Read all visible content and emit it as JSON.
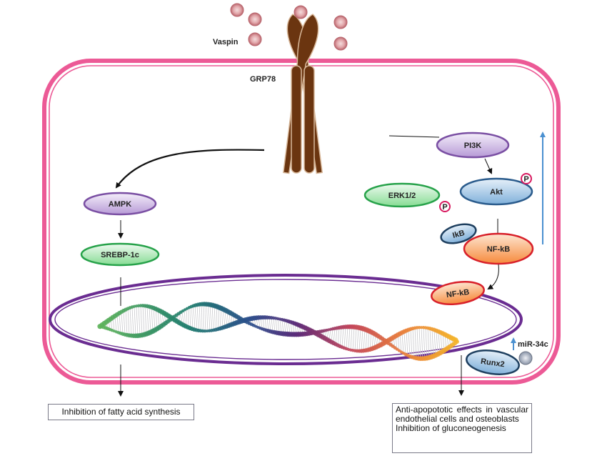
{
  "labels": {
    "vaspin": "Vaspin",
    "receptor": "GRP78",
    "phospho": "P",
    "mirna": "miR-34c"
  },
  "nodes": {
    "ampk": "AMPK",
    "srebp": "SREBP-1c",
    "pi3k": "PI3K",
    "akt": "Akt",
    "erk": "ERK1/2",
    "ikb": "IkB",
    "nfkb_cyto": "NF-kB",
    "nfkb_nuc": "NF-kB",
    "runx2": "Runx2"
  },
  "outcomes": {
    "left": "Inhibition of fatty acid synthesis",
    "right_line1": "Anti-apopototic effects in vascular endothelial cells and osteoblasts",
    "right_line2": "Inhibition of gluconeogenesis"
  },
  "colors": {
    "cell_membrane": "#ec5a96",
    "nuclear_membrane": "#6a2c91",
    "receptor": "#6b3510",
    "vaspin": "#c9797f",
    "purple_node": "#7a4fa3",
    "green_node": "#27a24a",
    "blue_node": "#2a5b8c",
    "red_node": "#d8202a",
    "upregulation_arrow": "#4a90d0"
  }
}
